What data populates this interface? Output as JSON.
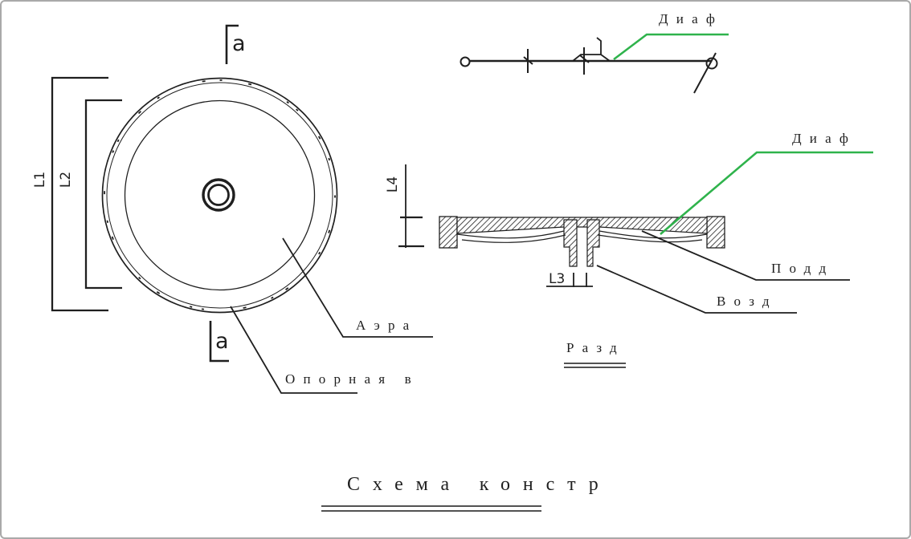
{
  "title": {
    "text": "Схема констр"
  },
  "colors": {
    "line": "#1f1f1f",
    "leader_green": "#2fb34c",
    "frame": "#a9a9a9",
    "background": "#ffffff"
  },
  "plan_view": {
    "section_marker": "a",
    "dims": {
      "outer": "L1",
      "inner": "L2"
    },
    "callouts": {
      "aerator": "Аэра",
      "support": "Опорная в"
    }
  },
  "side_view": {
    "callouts": {
      "diaphragm": "Диаф"
    }
  },
  "section_view": {
    "dims": {
      "height": "L4",
      "bore": "L3"
    },
    "callouts": {
      "diaphragm": "Диаф",
      "support_plate": "Подд",
      "air": "Возд"
    },
    "note": "Разд"
  }
}
